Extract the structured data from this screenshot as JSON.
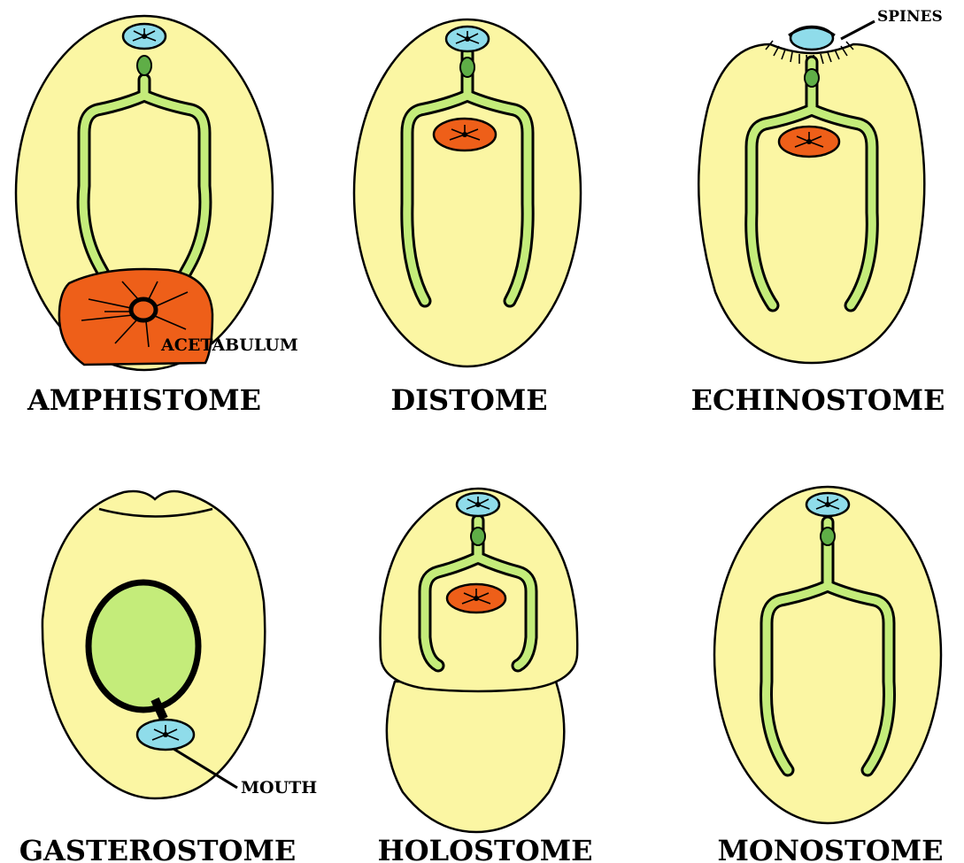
{
  "figures": [
    {
      "name": "AMPHISTOME"
    },
    {
      "name": "DISTOME"
    },
    {
      "name": "ECHINOSTOME"
    },
    {
      "name": "GASTEROSTOME"
    },
    {
      "name": "HOLOSTOME"
    },
    {
      "name": "MONOSTOME"
    }
  ],
  "labels": {
    "acetabulum": "ACETABULUM",
    "spines": "SPINES",
    "mouth": "MOUTH"
  },
  "colors": {
    "body": "#fbf6a3",
    "oral_sucker": "#8fdcea",
    "acetabulum": "#ee5f19",
    "intestine": "#c4ec7a",
    "pharynx": "#5fae47"
  }
}
